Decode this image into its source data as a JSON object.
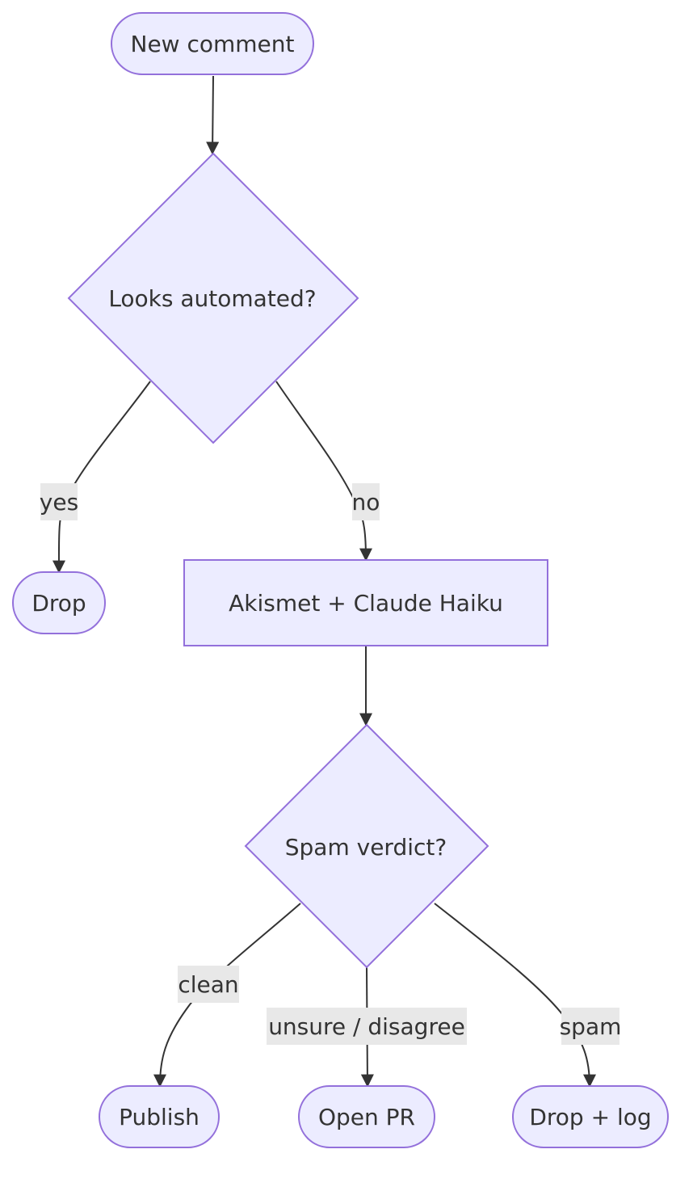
{
  "diagram": {
    "nodes": {
      "new_comment": "New comment",
      "looks_automated": "Looks automated?",
      "drop": "Drop",
      "akismet": "Akismet + Claude Haiku",
      "spam_verdict": "Spam verdict?",
      "publish": "Publish",
      "open_pr": "Open PR",
      "drop_log": "Drop + log"
    },
    "edges": {
      "yes": "yes",
      "no": "no",
      "clean": "clean",
      "unsure": "unsure / disagree",
      "spam": "spam"
    },
    "colors": {
      "node_fill": "#ececff",
      "node_stroke": "#9370db",
      "edge": "#333333",
      "label_bg": "#e8e8e8"
    }
  }
}
